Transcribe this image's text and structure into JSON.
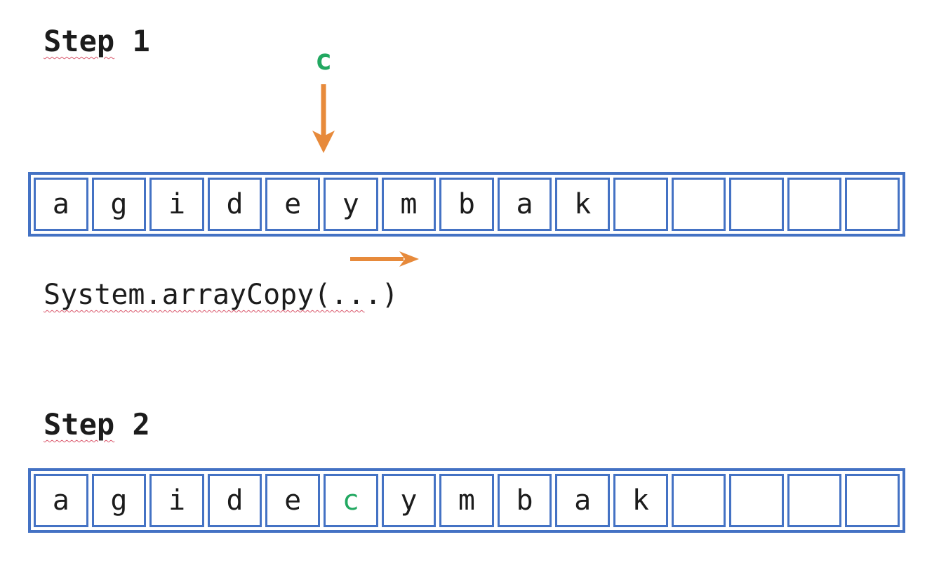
{
  "colors": {
    "blue": "#4472C4",
    "orange": "#E78A3B",
    "green": "#22A861",
    "ink": "#1C1C1C",
    "squiggle": "#D9566A"
  },
  "step1": {
    "heading": {
      "misspelled": "Step",
      "rest": " 1"
    },
    "insert_char": "c",
    "cells": [
      "a",
      "g",
      "i",
      "d",
      "e",
      "y",
      "m",
      "b",
      "a",
      "k",
      "",
      "",
      "",
      "",
      ""
    ],
    "highlight_index": -1,
    "caption": {
      "misspelled": "System.arrayCopy(..",
      "rest": ".)"
    }
  },
  "step2": {
    "heading": {
      "misspelled": "Step",
      "rest": " 2"
    },
    "cells": [
      "a",
      "g",
      "i",
      "d",
      "e",
      "c",
      "y",
      "m",
      "b",
      "a",
      "k",
      "",
      "",
      "",
      ""
    ],
    "highlight_index": 5
  },
  "arrows": {
    "insert_pointer_direction": "down",
    "shift_direction": "right"
  }
}
